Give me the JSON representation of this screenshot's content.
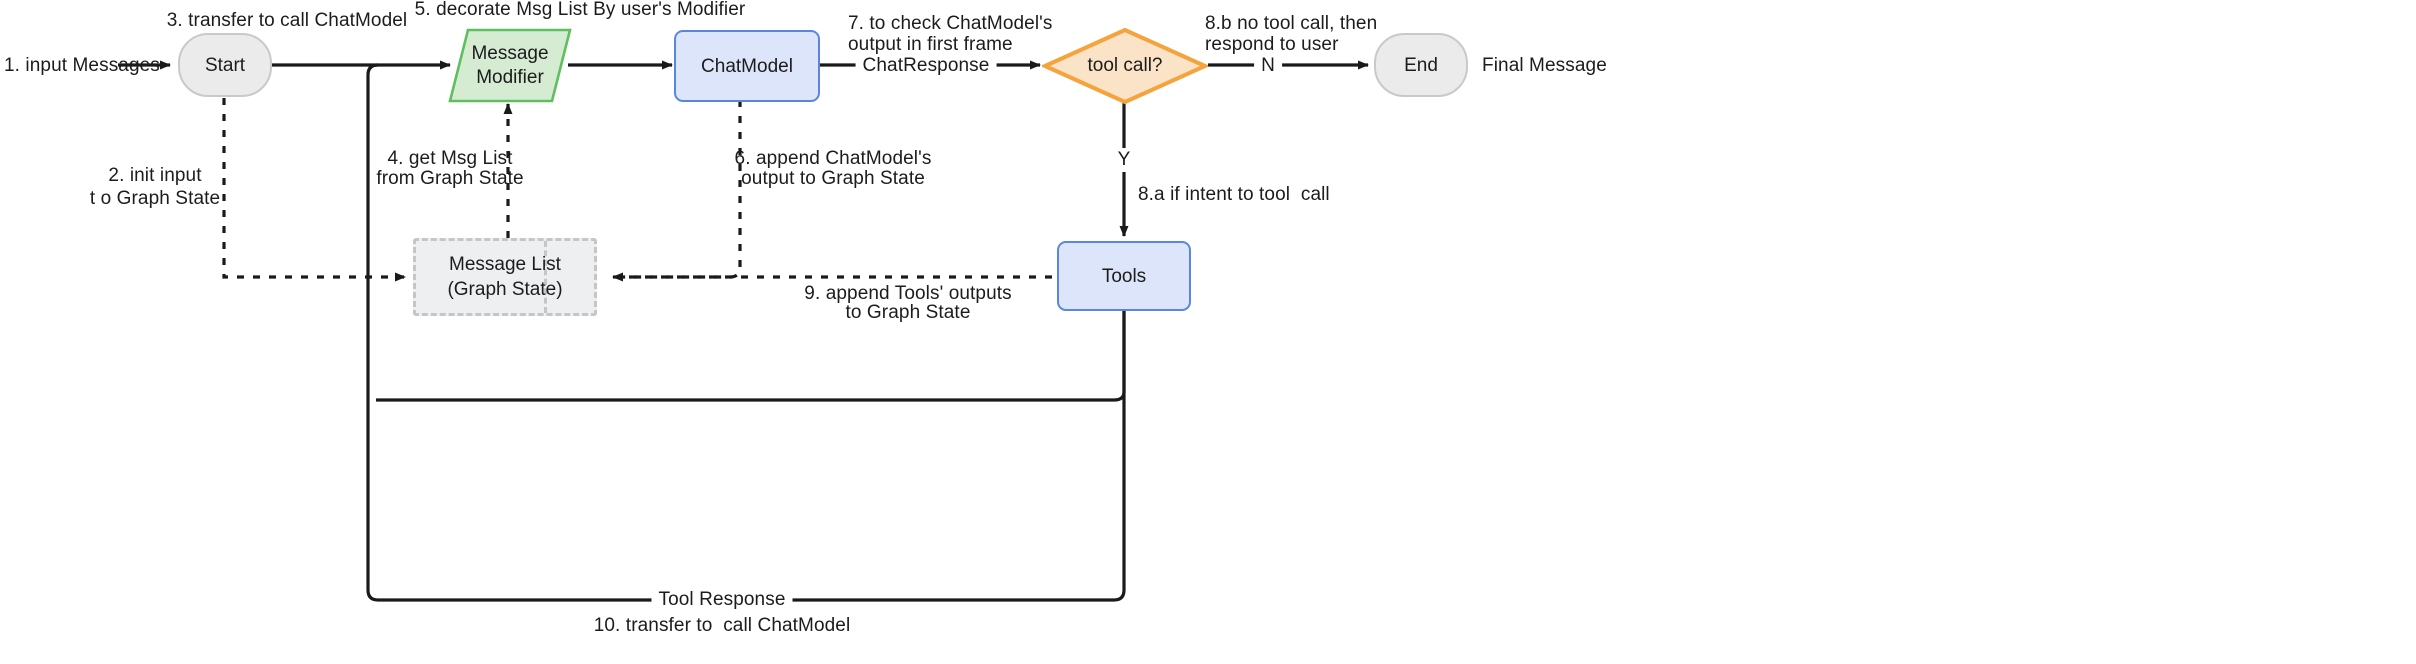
{
  "diagram": {
    "title": "LangGraph ChatModel agent flow",
    "colors": {
      "terminal_fill": "#ebebeb",
      "terminal_stroke": "#c9c9c9",
      "process_fill": "#dce5fa",
      "process_stroke": "#5a86e0",
      "modifier_fill": "#d5ecd3",
      "modifier_stroke": "#5fbf5f",
      "decision_fill": "#fbe3c8",
      "decision_stroke": "#f5a33c",
      "store_fill": "#eeeff0",
      "store_stroke": "#c4c6c8",
      "edge": "#1a1a1a"
    }
  },
  "nodes": {
    "start": {
      "label": "Start"
    },
    "message_modifier": {
      "line1": "Message",
      "line2": "Modifier"
    },
    "chat_model": {
      "label": "ChatModel"
    },
    "tool_call": {
      "label": "tool call?"
    },
    "end": {
      "label": "End"
    },
    "tools": {
      "label": "Tools"
    },
    "message_list": {
      "line1": "Message List",
      "line2": "(Graph State)"
    }
  },
  "edge_labels": {
    "input_messages": "1. input Messages",
    "init_input_line1": "2. init input",
    "init_input_line2": "t o Graph State",
    "transfer_to_call_chatmodel": "3. transfer to call ChatModel",
    "get_msg_list_line1": "4. get Msg List",
    "get_msg_list_line2": "from Graph State",
    "decorate_msg_list": "5. decorate Msg List By user's Modifier",
    "append_chatmodel_line1": "6. append ChatModel's",
    "append_chatmodel_line2": "output to Graph State",
    "check_output_line1": "7. to check ChatModel's",
    "check_output_line2": "output in first frame",
    "chat_response": "ChatResponse",
    "no_tool_call_line1": "8.b no tool call, then",
    "no_tool_call_line2": "respond to user",
    "branch_no": "N",
    "branch_yes": "Y",
    "if_intent_to_tool_call": "8.a if intent to tool  call",
    "append_tools_line1": "9. append Tools' outputs",
    "append_tools_line2": "to Graph State",
    "tool_response": "Tool Response",
    "transfer_back": "10. transfer to  call ChatModel",
    "final_message": "Final Message"
  }
}
